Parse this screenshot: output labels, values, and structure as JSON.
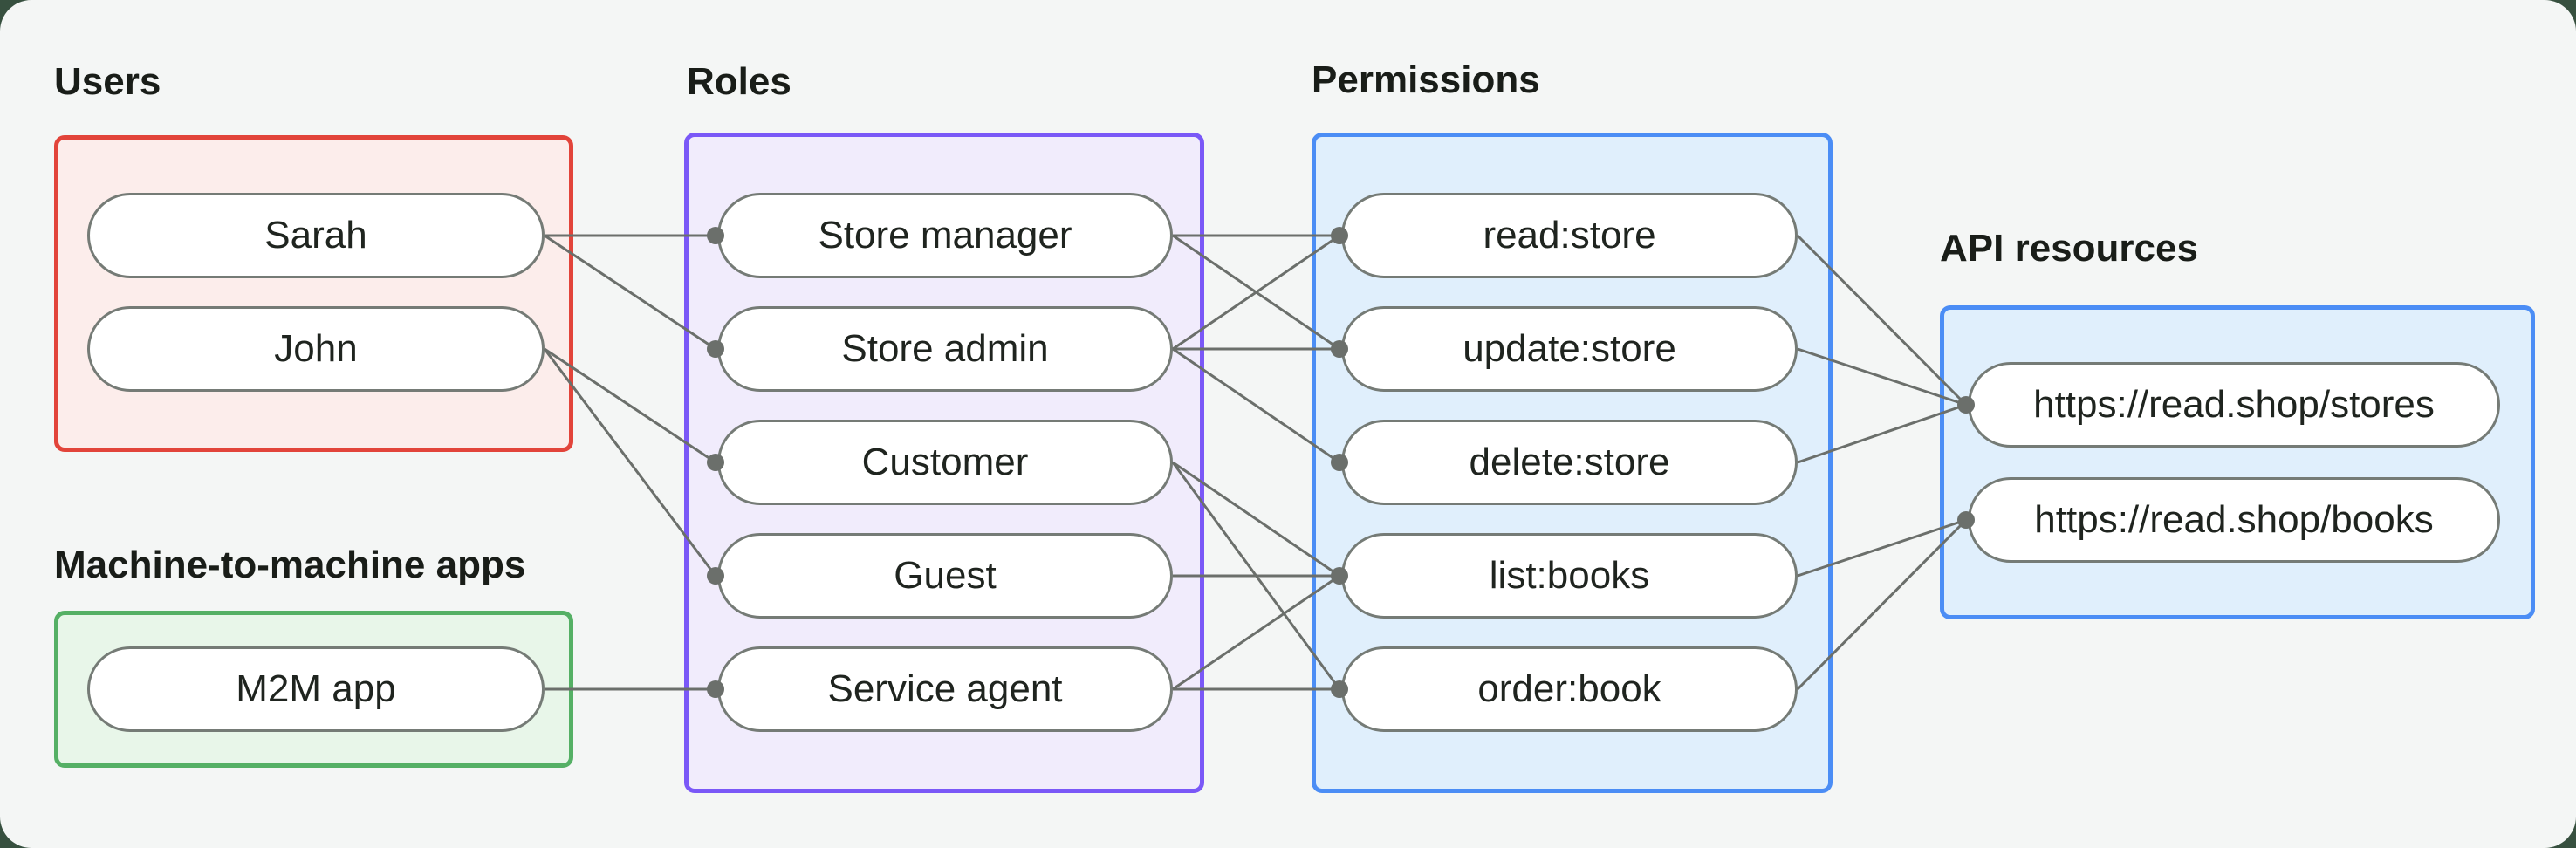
{
  "diagram": {
    "sections": {
      "users": {
        "label": "Users",
        "items": [
          {
            "id": "sarah",
            "label": "Sarah"
          },
          {
            "id": "john",
            "label": "John"
          }
        ]
      },
      "m2m": {
        "label": "Machine-to-machine apps",
        "items": [
          {
            "id": "m2m_app",
            "label": "M2M app"
          }
        ]
      },
      "roles": {
        "label": "Roles",
        "items": [
          {
            "id": "store_manager",
            "label": "Store manager"
          },
          {
            "id": "store_admin",
            "label": "Store admin"
          },
          {
            "id": "customer",
            "label": "Customer"
          },
          {
            "id": "guest",
            "label": "Guest"
          },
          {
            "id": "service_agent",
            "label": "Service agent"
          }
        ]
      },
      "permissions": {
        "label": "Permissions",
        "items": [
          {
            "id": "read_store",
            "label": "read:store"
          },
          {
            "id": "update_store",
            "label": "update:store"
          },
          {
            "id": "delete_store",
            "label": "delete:store"
          },
          {
            "id": "list_books",
            "label": "list:books"
          },
          {
            "id": "order_book",
            "label": "order:book"
          }
        ]
      },
      "api_resources": {
        "label": "API resources",
        "items": [
          {
            "id": "stores",
            "label": "https://read.shop/stores"
          },
          {
            "id": "books",
            "label": "https://read.shop/books"
          }
        ]
      }
    },
    "connections": [
      [
        "sarah",
        "store_manager"
      ],
      [
        "sarah",
        "store_admin"
      ],
      [
        "john",
        "customer"
      ],
      [
        "john",
        "guest"
      ],
      [
        "m2m_app",
        "service_agent"
      ],
      [
        "store_manager",
        "read_store"
      ],
      [
        "store_manager",
        "update_store"
      ],
      [
        "store_admin",
        "read_store"
      ],
      [
        "store_admin",
        "update_store"
      ],
      [
        "store_admin",
        "delete_store"
      ],
      [
        "customer",
        "list_books"
      ],
      [
        "customer",
        "order_book"
      ],
      [
        "guest",
        "list_books"
      ],
      [
        "service_agent",
        "list_books"
      ],
      [
        "service_agent",
        "order_book"
      ],
      [
        "read_store",
        "stores"
      ],
      [
        "update_store",
        "stores"
      ],
      [
        "delete_store",
        "stores"
      ],
      [
        "list_books",
        "books"
      ],
      [
        "order_book",
        "books"
      ]
    ],
    "colors": {
      "background": "#f4f6f5",
      "page_behind": "#37503f",
      "users_border": "#e2443a",
      "users_fill": "#fcedeb",
      "m2m_border": "#55b065",
      "m2m_fill": "#e8f6e9",
      "roles_border": "#7a58f7",
      "roles_fill": "#f1ecfc",
      "permissions_border": "#4b8df5",
      "permissions_fill": "#e0effc",
      "api_border": "#4b8df5",
      "api_fill": "#e0effc",
      "connector": "#6b6f6b",
      "node_border": "#757b76",
      "node_fill": "#ffffff",
      "text": "#1f241f"
    }
  }
}
